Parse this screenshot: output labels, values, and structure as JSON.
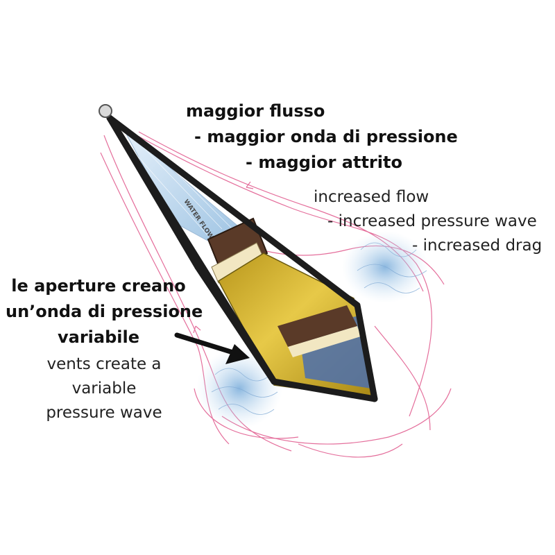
{
  "labels": {
    "flow_it": {
      "line1": "maggior flusso",
      "line2": "- maggior onda di pressione",
      "line3": "- maggior attrito"
    },
    "flow_en": {
      "line1": "increased flow",
      "line2": "- increased pressure wave",
      "line3": "- increased drag"
    },
    "vents_it": {
      "line1": "le aperture creano",
      "line2": "un’onda di pressione",
      "line3": "variabile"
    },
    "vents_en": {
      "line1": "vents create a",
      "line2": "variable",
      "line3": "pressure wave"
    },
    "anchor_stamp": "WATER FLOW"
  },
  "colors": {
    "flow_lines": "#e0558a",
    "water": "#9fc8e6",
    "cone_body": "#d6b22e",
    "frame": "#1c1c1c",
    "band": "#f2e7c2",
    "inner": "#4b6fae",
    "collar": "#5a3a28"
  }
}
